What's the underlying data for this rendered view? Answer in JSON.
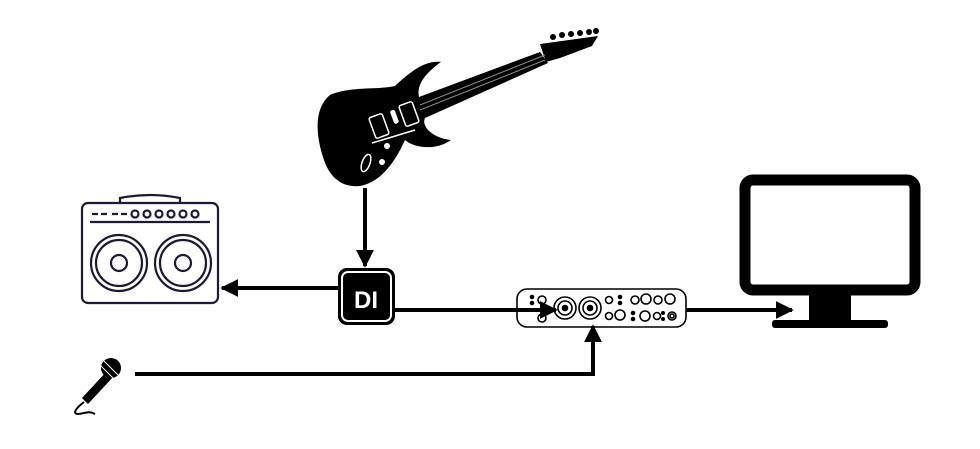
{
  "diagram": {
    "nodes": [
      {
        "id": "guitar",
        "icon": "electric-guitar-icon"
      },
      {
        "id": "di-box",
        "icon": "di-box-icon",
        "logo_text": "DI"
      },
      {
        "id": "amplifier",
        "icon": "guitar-amp-icon"
      },
      {
        "id": "audio-interface",
        "icon": "audio-interface-icon"
      },
      {
        "id": "microphone",
        "icon": "microphone-icon"
      },
      {
        "id": "computer-monitor",
        "icon": "monitor-icon"
      }
    ],
    "edges": [
      {
        "from": "guitar",
        "to": "di-box"
      },
      {
        "from": "di-box",
        "to": "amplifier"
      },
      {
        "from": "di-box",
        "to": "audio-interface"
      },
      {
        "from": "microphone",
        "to": "audio-interface"
      },
      {
        "from": "audio-interface",
        "to": "computer-monitor"
      }
    ],
    "colors": {
      "ink": "#000000",
      "amp_outline": "#1e1a33",
      "background": "#ffffff"
    }
  }
}
